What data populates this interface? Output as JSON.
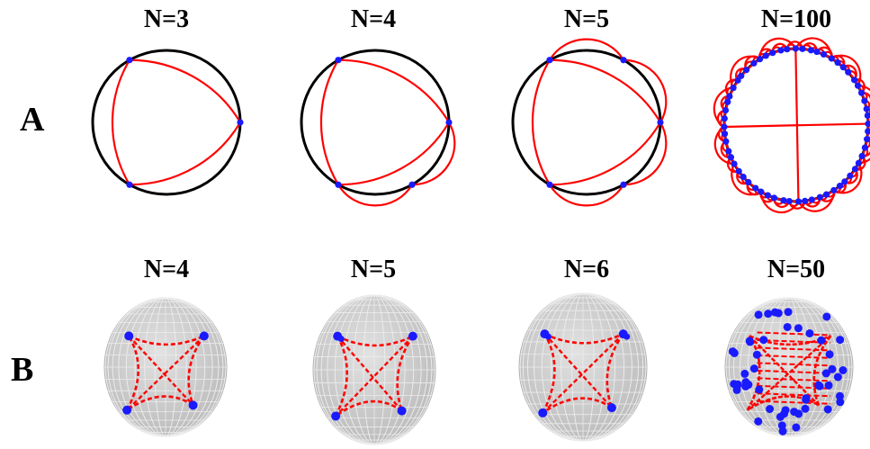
{
  "rows": [
    {
      "label": "A",
      "panels": [
        {
          "title": "N=3",
          "n": 3
        },
        {
          "title": "N=4",
          "n": 4
        },
        {
          "title": "N=5",
          "n": 5
        },
        {
          "title": "N=100",
          "n": 100
        }
      ]
    },
    {
      "label": "B",
      "panels": [
        {
          "title": "N=4",
          "n": 4
        },
        {
          "title": "N=5",
          "n": 5
        },
        {
          "title": "N=6",
          "n": 6
        },
        {
          "title": "N=50",
          "n": 50
        }
      ]
    }
  ],
  "colors": {
    "disk_border": "#000000",
    "geodesic": "#ff0000",
    "vertex": "#1a1aff",
    "sphere": "#c8c8c8",
    "sphere_grid": "#ececec"
  }
}
